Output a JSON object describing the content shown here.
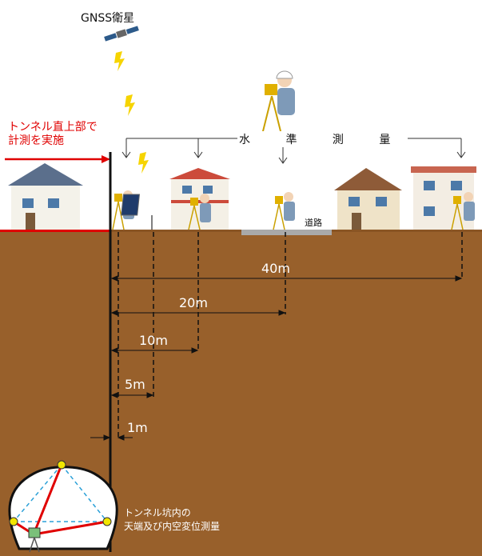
{
  "labels": {
    "gnss": "GNSS衛星",
    "tunnel_top_line1": "トンネル直上部で",
    "tunnel_top_line2": "計測を実施",
    "leveling": "水 準 測 量",
    "road": "道路",
    "tunnel_inner_line1": "トンネル坑内の",
    "tunnel_inner_line2": "天端及び内空変位測量"
  },
  "distances": [
    "40m",
    "20m",
    "10m",
    "5m",
    "1m"
  ],
  "colors": {
    "soil": "#98602b",
    "soil_edge": "#8a5524",
    "red": "#e00000",
    "tunnel_outline": "#111111",
    "survey_dot": "#f2e600",
    "dashed_triangle": "#2aa0d8"
  },
  "icons": [
    "satellite-icon",
    "lightning-icon",
    "house-icon",
    "surveyor-icon",
    "solar-panel-icon",
    "total-station-icon"
  ]
}
